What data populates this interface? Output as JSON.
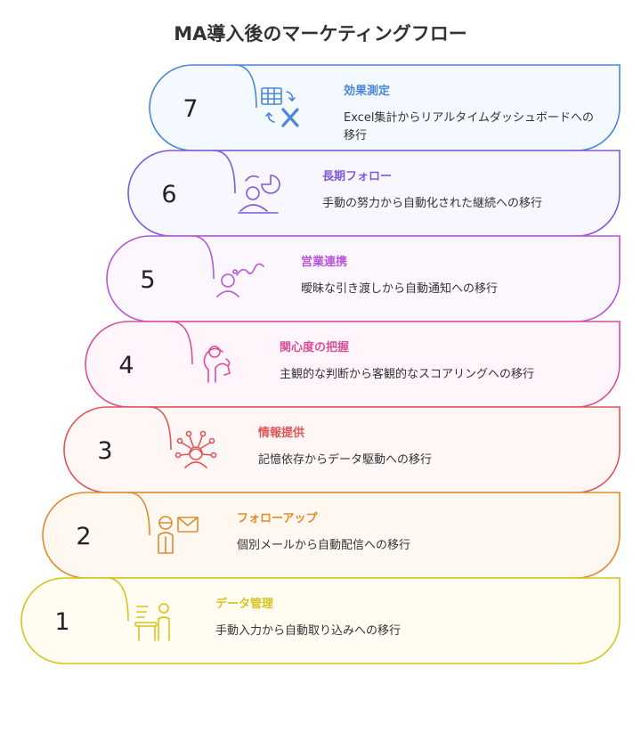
{
  "title": "MA導入後のマーケティングフロー",
  "steps": [
    {
      "number": "1",
      "title": "データ管理",
      "description": "手動入力から自動取り込みへの移行",
      "color": "#D9C21C",
      "icon": "person-at-desk-icon"
    },
    {
      "number": "2",
      "title": "フォローアップ",
      "description": "個別メールから自動配信への移行",
      "color": "#E08A2E",
      "icon": "person-with-mail-icon"
    },
    {
      "number": "3",
      "title": "情報提供",
      "description": "記憶依存からデータ駆動への移行",
      "color": "#E05656",
      "icon": "person-with-network-icon"
    },
    {
      "number": "4",
      "title": "関心度の把握",
      "description": "主観的な判断から客観的なスコアリングへの移行",
      "color": "#D9509A",
      "icon": "head-profile-icon"
    },
    {
      "number": "5",
      "title": "営業連携",
      "description": "曖昧な引き渡しから自動通知への移行",
      "color": "#B557D6",
      "icon": "person-with-path-icon"
    },
    {
      "number": "6",
      "title": "長期フォロー",
      "description": "手動の努力から自動化された継続への移行",
      "color": "#7E5AD9",
      "icon": "person-with-chart-icon"
    },
    {
      "number": "7",
      "title": "効果測定",
      "description": "Excel集計からリアルタイムダッシュボードへの移行",
      "color": "#4A86D9",
      "icon": "spreadsheet-to-excel-icon"
    }
  ]
}
